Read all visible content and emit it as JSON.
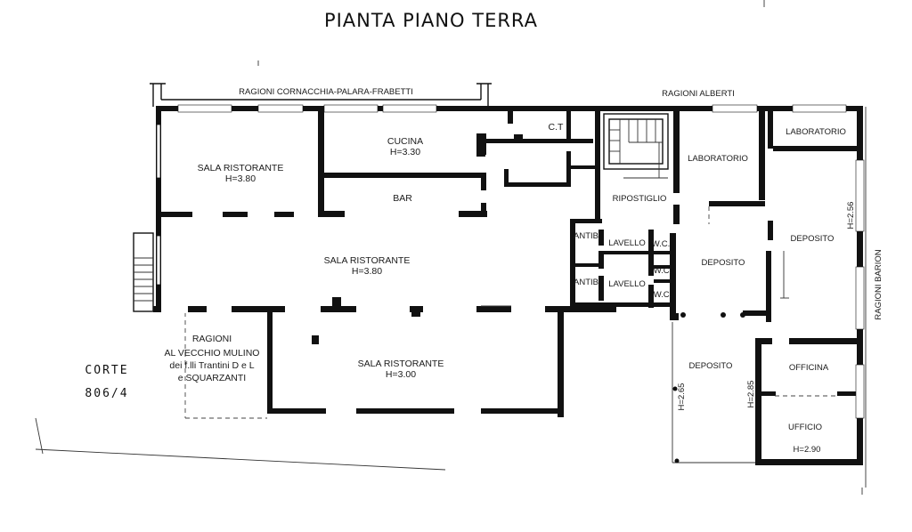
{
  "title": "PIANTA PIANO TERRA",
  "boundaries": {
    "top_left": "RAGIONI CORNACCHIA-PALARA-FRABETTI",
    "top_right": "RAGIONI ALBERTI",
    "right": "RAGIONI BARION",
    "left_lines": [
      "RAGIONI",
      "AL VECCHIO MULINO",
      "dei f.lli Trantini D e L",
      "e SQUARZANTI"
    ]
  },
  "courtyard": {
    "line1": "CORTE",
    "line2": "806/4"
  },
  "rooms": {
    "sala_ristorante_nw": {
      "name": "SALA RISTORANTE",
      "height": "H=3.80"
    },
    "cucina": {
      "name": "CUCINA",
      "height": "H=3.30"
    },
    "bar": {
      "name": "BAR"
    },
    "ct": {
      "name": "C.T"
    },
    "riposti": {
      "name": "RIPOSTIGLIO"
    },
    "laboratorio_1": {
      "name": "LABORATORIO"
    },
    "laboratorio_2": {
      "name": "LABORATORIO"
    },
    "sala_ristorante_center": {
      "name": "SALA RISTORANTE",
      "height": "H=3.80"
    },
    "sala_ristorante_south": {
      "name": "SALA RISTORANTE",
      "height": "H=3.00"
    },
    "antib_1": {
      "name": "ANTIB"
    },
    "antib_2": {
      "name": "ANTIB"
    },
    "lavello_1": {
      "name": "LAVELLO"
    },
    "lavello_2": {
      "name": "LAVELLO"
    },
    "wc_1": {
      "name": "W.C."
    },
    "wc_2": {
      "name": "W.C."
    },
    "wc_3": {
      "name": "W.C."
    },
    "deposito_1": {
      "name": "DEPOSITO"
    },
    "deposito_2": {
      "name": "DEPOSITO"
    },
    "deposito_3": {
      "name": "DEPOSITO"
    },
    "officina": {
      "name": "OFFICINA"
    },
    "ufficio": {
      "name": "UFFICIO",
      "height": "H=2.90"
    }
  },
  "heights": {
    "east": "H=2.56",
    "south_a": "H=2.65",
    "south_b": "H=2.85"
  }
}
